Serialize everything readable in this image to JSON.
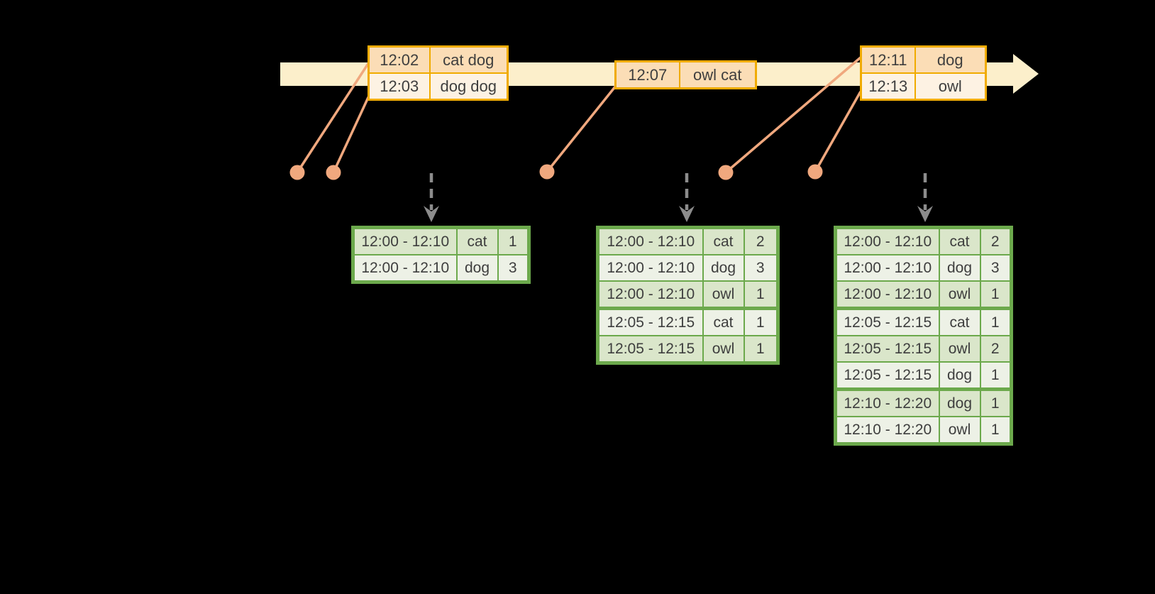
{
  "colors": {
    "background": "#000000",
    "timeline_bar": "#FCEFCB",
    "event_table_border": "#F0AB00",
    "event_row_dark": "#FBDDB6",
    "event_row_light": "#FDF2E3",
    "event_marker": "#F0A87E",
    "result_table_border": "#6CA94C",
    "result_row_dark": "#DAE6CA",
    "result_row_light": "#EDF1E6",
    "trigger_arrow": "#8C8C8C",
    "text": "#3E3E3E"
  },
  "event_batches": [
    {
      "rows": [
        {
          "time": "12:02",
          "words": "cat dog"
        },
        {
          "time": "12:03",
          "words": "dog dog"
        }
      ]
    },
    {
      "rows": [
        {
          "time": "12:07",
          "words": "owl cat"
        }
      ]
    },
    {
      "rows": [
        {
          "time": "12:11",
          "words": "dog"
        },
        {
          "time": "12:13",
          "words": "owl"
        }
      ]
    }
  ],
  "result_tables": [
    {
      "rows": [
        {
          "window": "12:00 - 12:10",
          "word": "cat",
          "count": "1"
        },
        {
          "window": "12:00 - 12:10",
          "word": "dog",
          "count": "3"
        }
      ]
    },
    {
      "rows": [
        {
          "window": "12:00 - 12:10",
          "word": "cat",
          "count": "2"
        },
        {
          "window": "12:00 - 12:10",
          "word": "dog",
          "count": "3"
        },
        {
          "window": "12:00 - 12:10",
          "word": "owl",
          "count": "1"
        },
        {
          "window": "12:05 - 12:15",
          "word": "cat",
          "count": "1"
        },
        {
          "window": "12:05 - 12:15",
          "word": "owl",
          "count": "1"
        }
      ]
    },
    {
      "rows": [
        {
          "window": "12:00 - 12:10",
          "word": "cat",
          "count": "2"
        },
        {
          "window": "12:00 - 12:10",
          "word": "dog",
          "count": "3"
        },
        {
          "window": "12:00 - 12:10",
          "word": "owl",
          "count": "1"
        },
        {
          "window": "12:05 - 12:15",
          "word": "cat",
          "count": "1"
        },
        {
          "window": "12:05 - 12:15",
          "word": "owl",
          "count": "2"
        },
        {
          "window": "12:05 - 12:15",
          "word": "dog",
          "count": "1"
        },
        {
          "window": "12:10 - 12:20",
          "word": "dog",
          "count": "1"
        },
        {
          "window": "12:10 - 12:20",
          "word": "owl",
          "count": "1"
        }
      ]
    }
  ]
}
